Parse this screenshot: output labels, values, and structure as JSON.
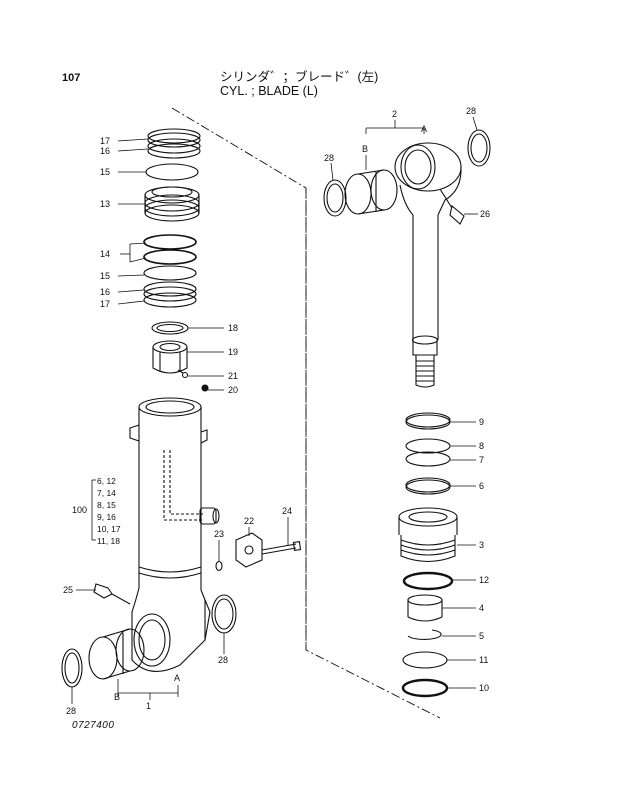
{
  "header": {
    "page_number": "107",
    "title_jp": "シリンダ゛；ブレード゛(左)",
    "title_en": "CYL. ; BLADE (L)"
  },
  "footer": {
    "drawing_number": "0727400"
  },
  "callouts": {
    "left": [
      "17",
      "16",
      "15",
      "13",
      "14",
      "15",
      "16",
      "17",
      "18",
      "19",
      "21",
      "20",
      "24",
      "22",
      "23",
      "25",
      "28",
      "28",
      "1",
      "A",
      "B"
    ],
    "right": [
      "2",
      "A",
      "B",
      "28",
      "28",
      "26",
      "9",
      "8",
      "7",
      "6",
      "3",
      "12",
      "4",
      "5",
      "11",
      "10"
    ]
  },
  "group_100": {
    "label": "100",
    "rows": [
      "6, 12",
      "7, 14",
      "8, 15",
      "9, 16",
      "10, 17",
      "11, 18"
    ]
  },
  "colors": {
    "ink": "#111111",
    "paper": "#ffffff"
  }
}
